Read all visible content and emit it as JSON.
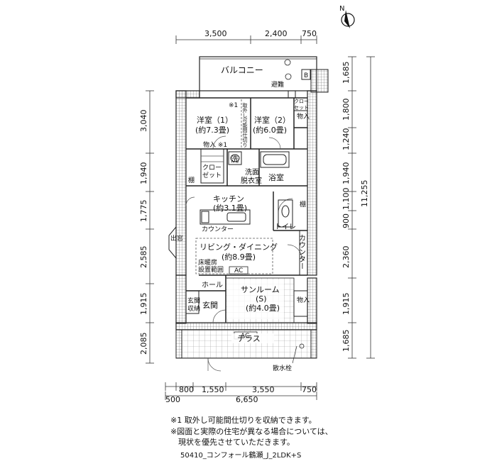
{
  "dims": {
    "top": [
      "3,500",
      "2,400",
      "750"
    ],
    "bottom_row1": [
      "800",
      "1,550",
      "3,550",
      "750"
    ],
    "bottom_row2": [
      "500",
      "6,650"
    ],
    "left": [
      "3,040",
      "1,940",
      "1,775",
      "2,585",
      "1,915",
      "2,085"
    ],
    "right": [
      "1,685",
      "1,800",
      "1,240",
      "1,940",
      "1,100",
      "900",
      "2,360",
      "1,915",
      "1,685"
    ],
    "right_total": "11,255"
  },
  "rooms": {
    "balcony": "バルコニー",
    "bedroom1_name": "洋室（1）",
    "bedroom1_size": "(約7.3畳)",
    "bedroom2_name": "洋室（2）",
    "bedroom2_size": "(約6.0畳)",
    "kitchen_name": "キッチン",
    "kitchen_size": "(約3.1畳)",
    "wash_name1": "洗面",
    "wash_name2": "脱衣室",
    "bath": "浴室",
    "toilet": "トイレ",
    "ldk_name": "リビング・ダイニング",
    "ldk_size": "(約8.9畳)",
    "sunroom_name": "サンルーム",
    "sunroom_s": "(S)",
    "sunroom_size": "(約4.0畳)",
    "hall": "ホール",
    "genkan": "玄関",
    "terrace": "テラス"
  },
  "labels": {
    "hiatsu": "避難",
    "ac": "AC",
    "b": "B",
    "closet1": "クロー",
    "closet2": "ゼット",
    "closet_right1": "クロー",
    "closet_right2": "セット",
    "monoire": "物入",
    "monoire_note": "物入 ※1",
    "note_mark": "※1",
    "partition_vertical": "取外し可能間仕切り",
    "sen": "洗",
    "tana": "棚",
    "counter": "カウンター",
    "counter_vertical": "カウンター",
    "demado": "出窓",
    "floor_heat1": "床暖房",
    "floor_heat2": "設置範囲",
    "genkan_storage1": "玄関",
    "genkan_storage2": "収納",
    "sansuisen": "散水栓",
    "compass": "N"
  },
  "notes": [
    "※1 取外し可能間仕切りを収納できます。",
    "※図面と実際の住宅が異なる場合については、",
    "　現状を優先させていただきます。"
  ],
  "caption": "50410_コンフォール鶴瀬_J_2LDK+S"
}
